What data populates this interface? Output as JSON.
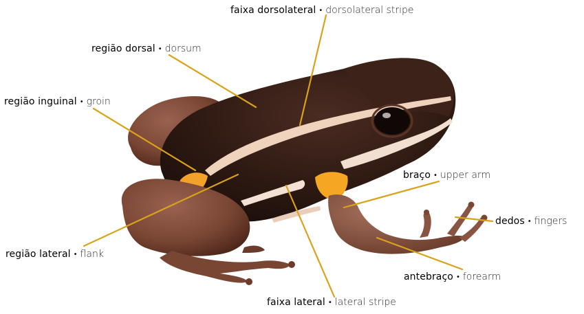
{
  "colors": {
    "leader_line": "#D9A21B",
    "skin_dark": "#3a2118",
    "skin_brown": "#7a4a38",
    "stripe": "#f1d9c4",
    "flash_orange": "#f2a12b"
  },
  "labels": [
    {
      "id": "dorsolateral-stripe",
      "pt": "faixa dorsolateral",
      "en": "dorsolateral stripe"
    },
    {
      "id": "dorsum",
      "pt": "região dorsal",
      "en": "dorsum"
    },
    {
      "id": "groin",
      "pt": "região inguinal",
      "en": "groin"
    },
    {
      "id": "upper-arm",
      "pt": "braço",
      "en": "upper arm"
    },
    {
      "id": "fingers",
      "pt": "dedos",
      "en": "fingers"
    },
    {
      "id": "flank",
      "pt": "região lateral",
      "en": "flank"
    },
    {
      "id": "forearm",
      "pt": "antebraço",
      "en": "forearm"
    },
    {
      "id": "lateral-stripe",
      "pt": "faixa lateral",
      "en": "lateral stripe"
    }
  ],
  "separator": "•"
}
